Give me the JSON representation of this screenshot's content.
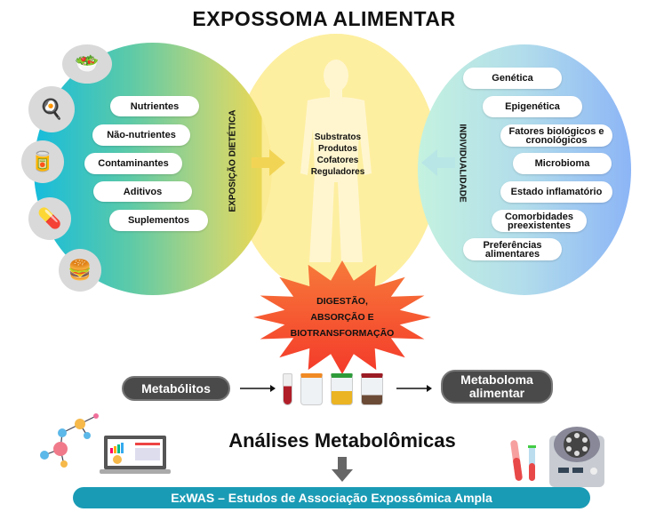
{
  "title": "EXPOSSOMA ALIMENTAR",
  "dietary": {
    "label": "EXPOSIÇÃO DIETÉTICA",
    "items": [
      "Nutrientes",
      "Não-nutrientes",
      "Contaminantes",
      "Aditivos",
      "Suplementos"
    ]
  },
  "body": {
    "items": [
      "Substratos",
      "Produtos",
      "Cofatores",
      "Reguladores"
    ]
  },
  "individuality": {
    "label": "INDIVIDUALIDADE",
    "items": [
      "Genética",
      "Epigenética",
      "Fatores biológicos e cronológicos",
      "Microbioma",
      "Estado inflamatório",
      "Comorbidades preexistentes",
      "Preferências alimentares"
    ]
  },
  "process": {
    "line1": "DIGESTÃO,",
    "line2": "ABSORÇÃO E",
    "line3": "BIOTRANSFORMAÇÃO"
  },
  "flow": {
    "metabolites": "Metabólitos",
    "metabolome": "Metaboloma alimentar"
  },
  "analysis": "Análises Metabolômicas",
  "exwas": "ExWAS – Estudos de Associação Expossômica Ampla",
  "colors": {
    "teal": "#16bcdc",
    "yellow": "#f3d84c",
    "blue": "#8cb5f6",
    "star": "#f5502a",
    "bar": "#1a9bb5",
    "dark": "#4a4a4a"
  }
}
